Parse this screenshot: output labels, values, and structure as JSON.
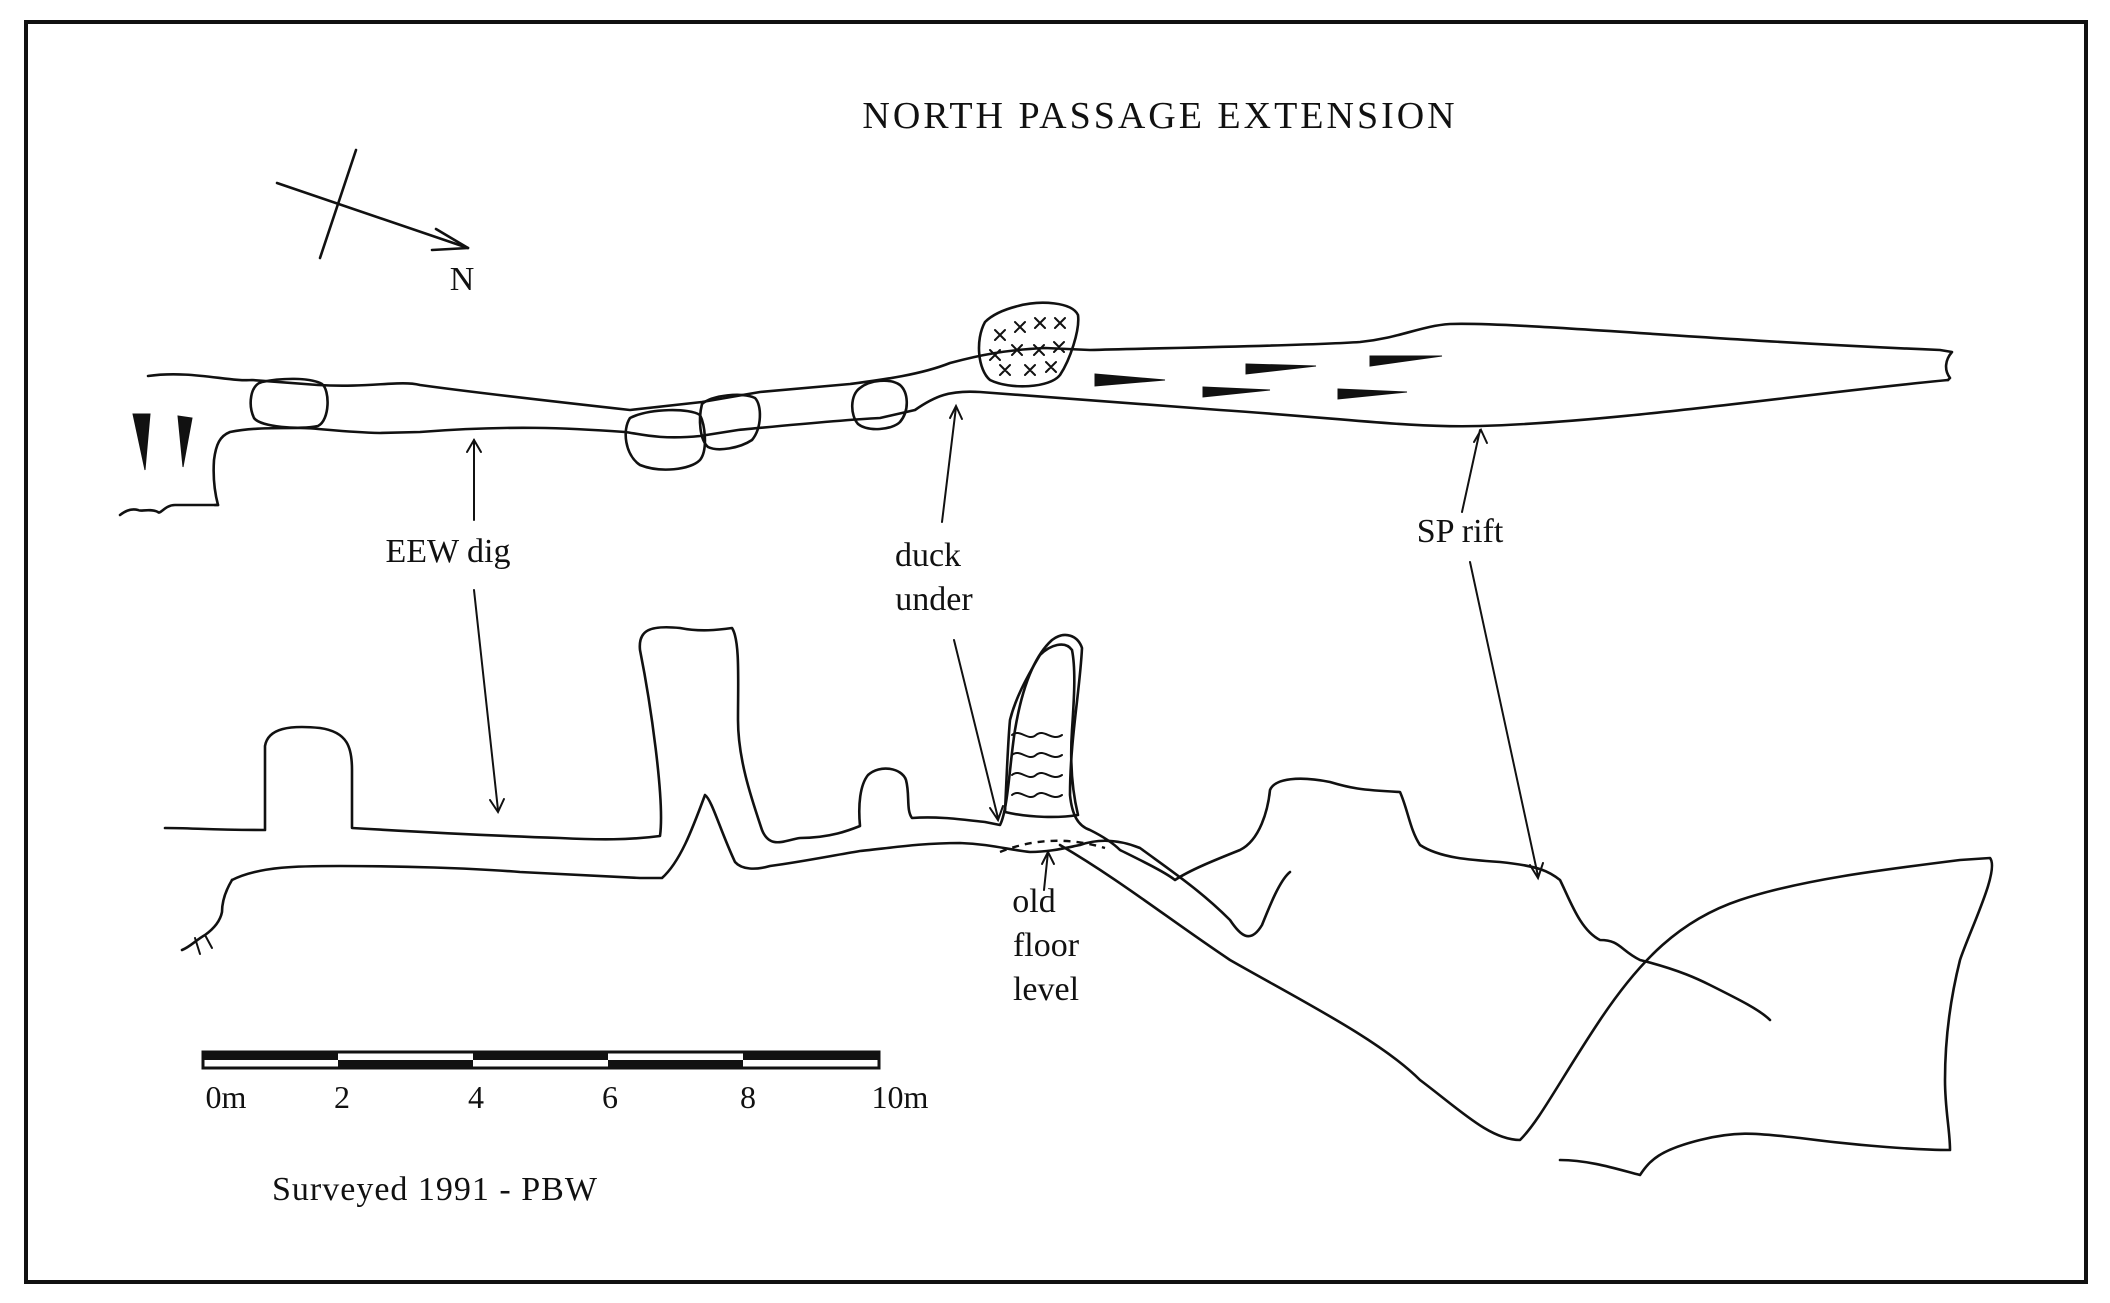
{
  "title": "NORTH PASSAGE EXTENSION",
  "north_label": "N",
  "labels": {
    "eew_dig": "EEW dig",
    "duck_line1": "duck",
    "duck_line2": "under",
    "sp_rift": "SP rift",
    "old_line1": "old",
    "old_line2": "floor",
    "old_line3": "level"
  },
  "scale_bar": {
    "ticks": [
      "0m",
      "2",
      "4",
      "6",
      "8",
      "10m"
    ]
  },
  "credit": "Surveyed 1991 - PBW",
  "colors": {
    "ink": "#111111",
    "paper": "#ffffff"
  }
}
